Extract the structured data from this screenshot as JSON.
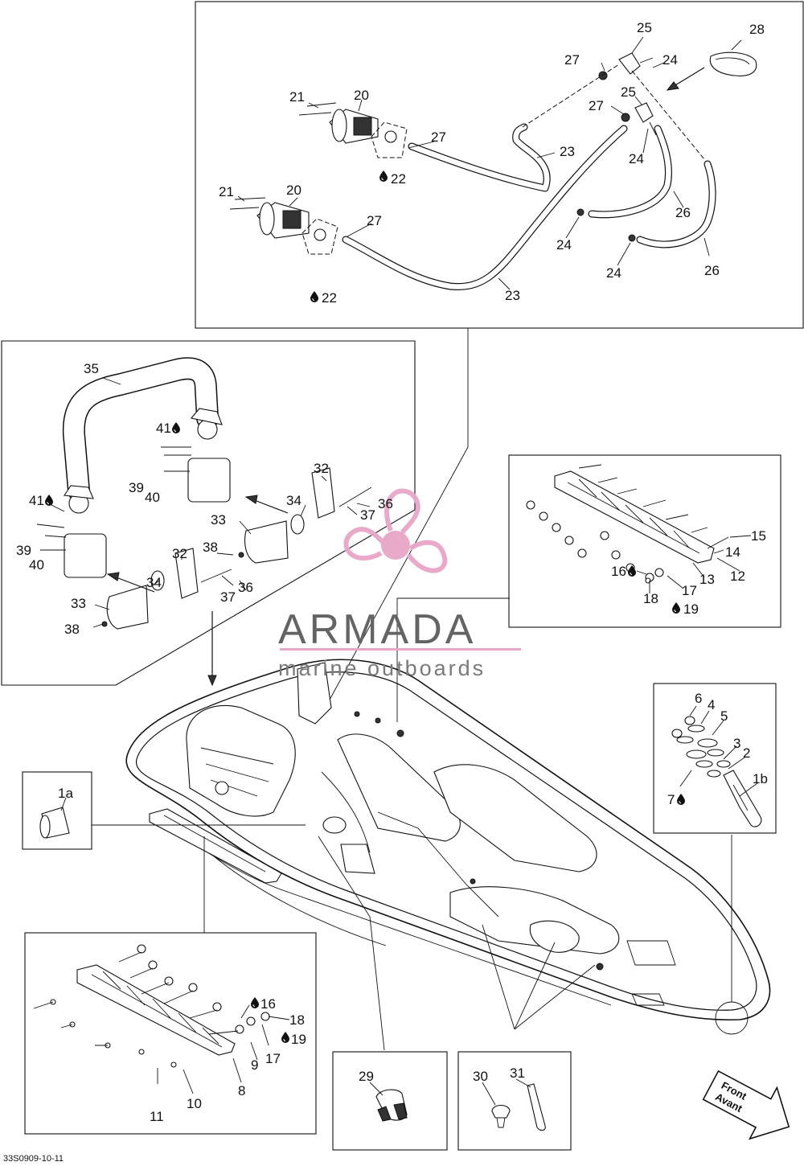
{
  "drawing_code": "33S0909-10-11",
  "watermark": {
    "brand": "ARMADA",
    "tagline": "marine outboards",
    "accent_color": "#e8a6c8",
    "text_color": "#646464"
  },
  "direction_arrow": {
    "line1": "Front",
    "line2": "Avant"
  },
  "callouts": {
    "c1a": "1a",
    "c1b": "1b",
    "c2": "2",
    "c3": "3",
    "c4": "4",
    "c5": "5",
    "c6": "6",
    "c7": "7",
    "c8": "8",
    "c9": "9",
    "c10": "10",
    "c11": "11",
    "c12": "12",
    "c13": "13",
    "c14": "14",
    "c15": "15",
    "c16a": "16",
    "c16b": "16",
    "c17a": "17",
    "c17b": "17",
    "c18a": "18",
    "c18b": "18",
    "c19a": "19",
    "c19b": "19",
    "c20a": "20",
    "c20b": "20",
    "c21a": "21",
    "c21b": "21",
    "c22a": "22",
    "c22b": "22",
    "c23a": "23",
    "c23b": "23",
    "c24a": "24",
    "c24b": "24",
    "c24c": "24",
    "c24d": "24",
    "c25a": "25",
    "c25b": "25",
    "c26a": "26",
    "c26b": "26",
    "c27a": "27",
    "c27b": "27",
    "c27c": "27",
    "c27d": "27",
    "c28": "28",
    "c29": "29",
    "c30": "30",
    "c31": "31",
    "c32a": "32",
    "c32b": "32",
    "c33a": "33",
    "c33b": "33",
    "c34a": "34",
    "c34b": "34",
    "c35": "35",
    "c36a": "36",
    "c36b": "36",
    "c37a": "37",
    "c37b": "37",
    "c38a": "38",
    "c38b": "38",
    "c39a": "39",
    "c39b": "39",
    "c40a": "40",
    "c40b": "40",
    "c41a": "41",
    "c41b": "41"
  }
}
